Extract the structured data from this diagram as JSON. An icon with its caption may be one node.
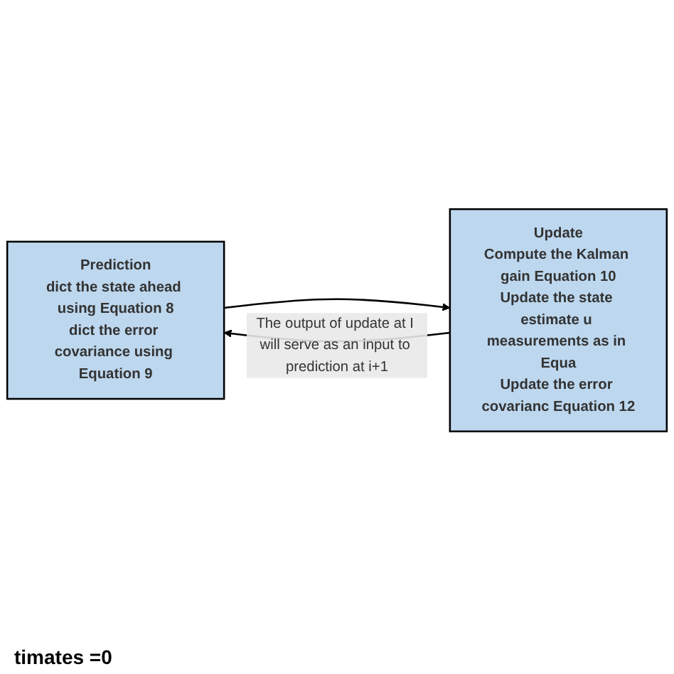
{
  "diagram": {
    "nodes": [
      {
        "text": [
          "Prediction",
          "dict the state ahead using Equation 8",
          "dict the error covariance using Equation 9"
        ]
      },
      {
        "text": [
          "Update",
          "Compute the Kalman gain Equation 10",
          "Update the state estimate u measurements as in Equa",
          "Update the error covarianc Equation 12"
        ]
      }
    ],
    "edges": [
      {
        "from": 0,
        "to": 1,
        "arrow": "to"
      },
      {
        "from": 1,
        "to": 0,
        "arrow": "to",
        "label": "The output of update at I will serve as an input to prediction at i+1"
      }
    ],
    "labels": [
      "timates =0"
    ]
  }
}
